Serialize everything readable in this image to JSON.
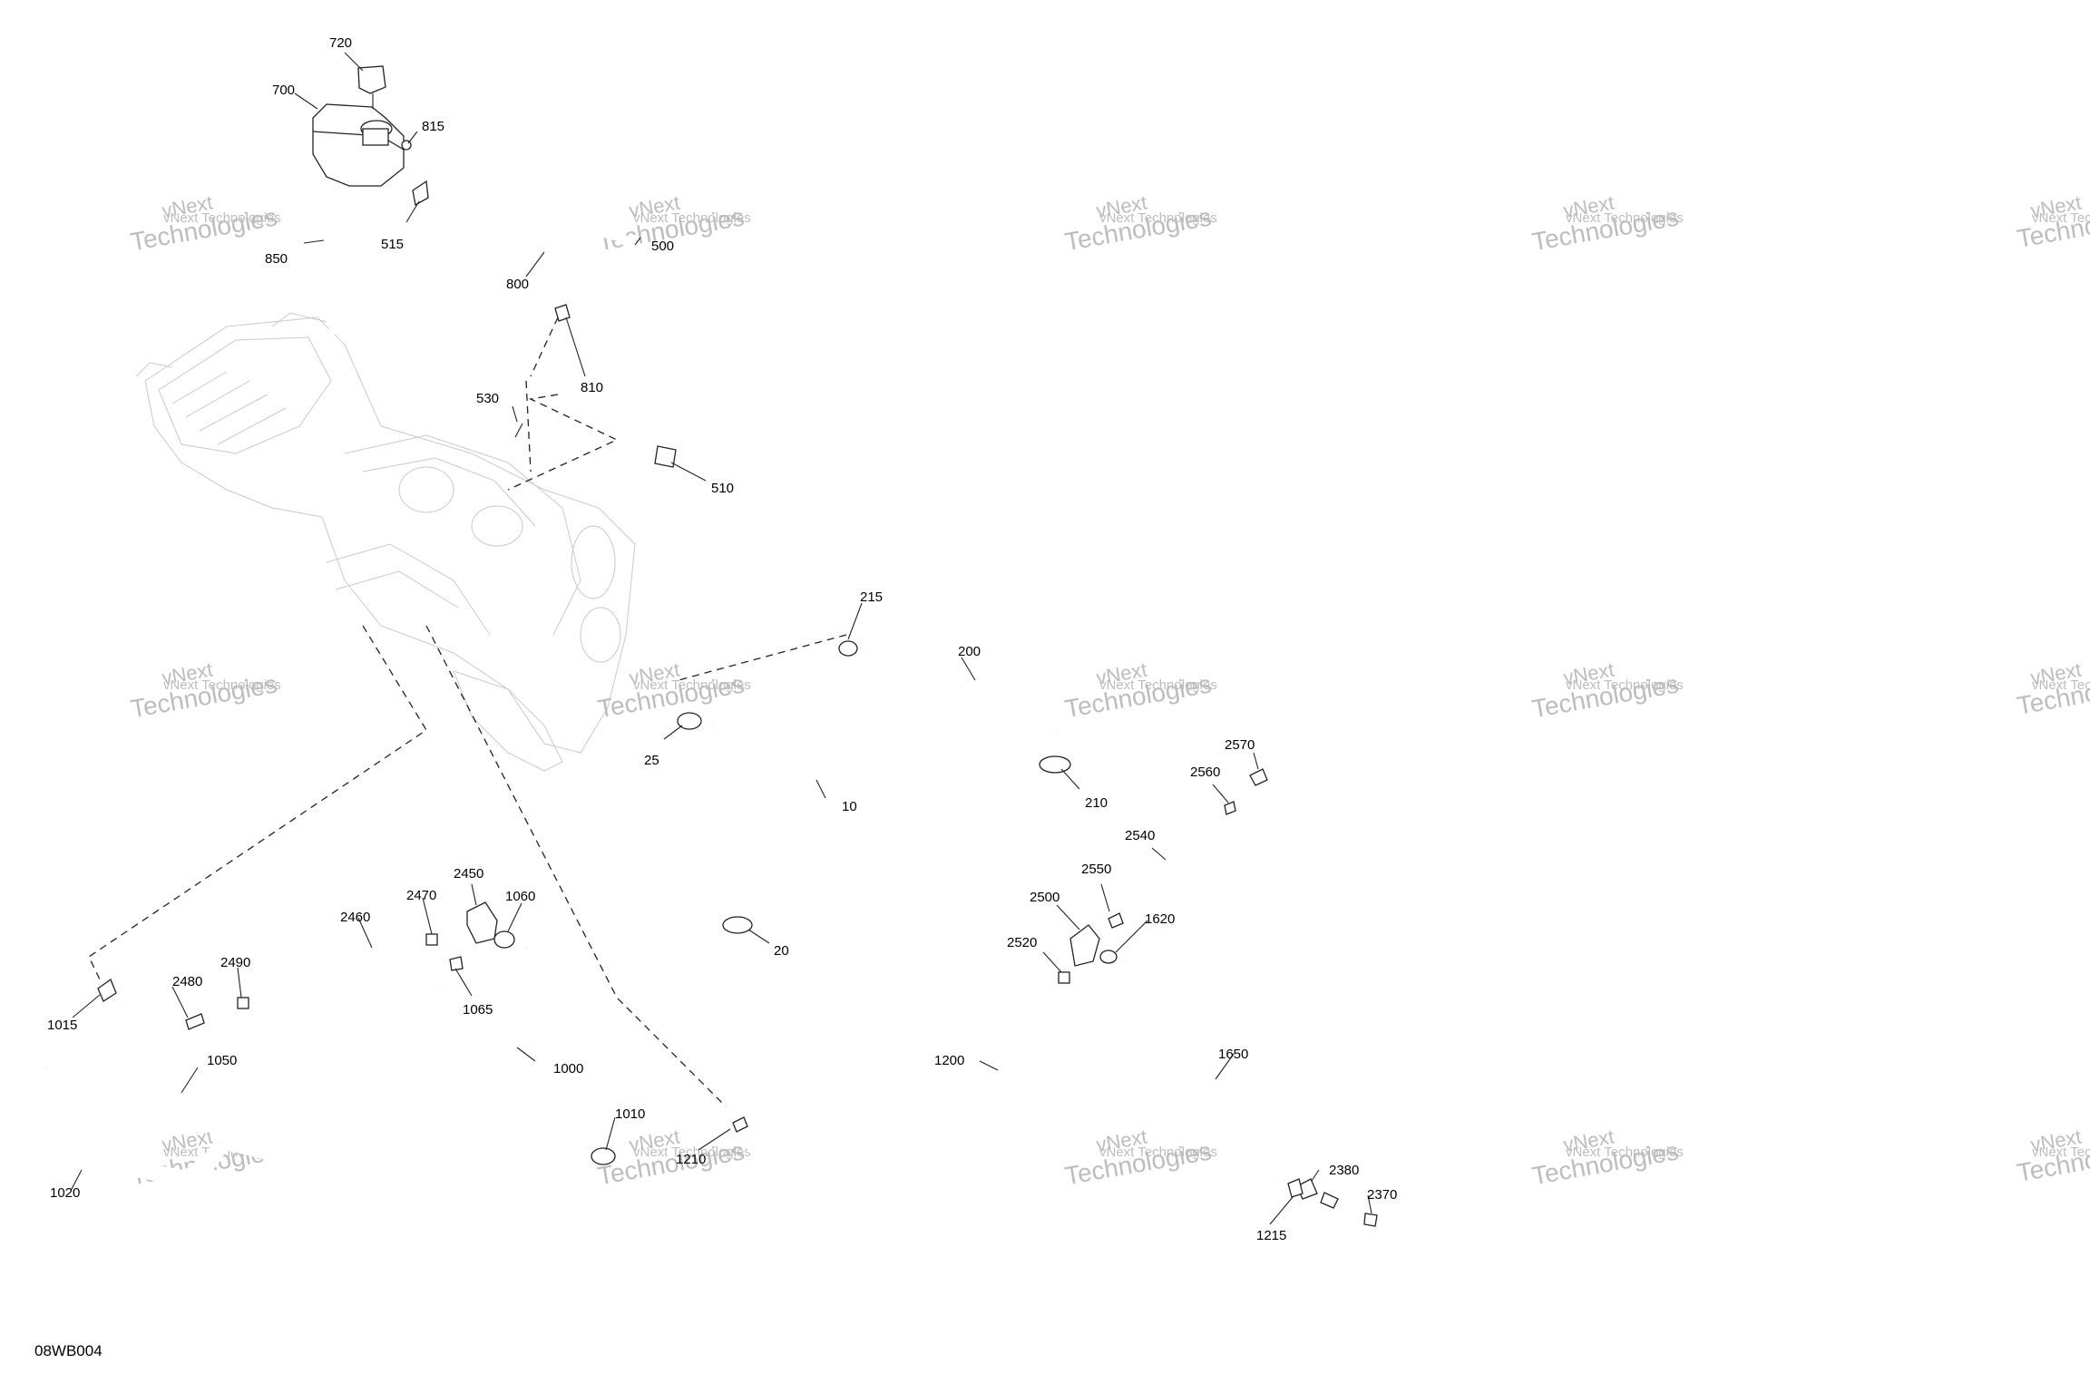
{
  "diagram_code": "08WB004",
  "watermark": {
    "line1": "vNext Technologies",
    "line2": "vNext",
    "line3": "Technologies"
  },
  "part_labels": [
    "720",
    "700",
    "815",
    "515",
    "850",
    "500",
    "800",
    "810",
    "530",
    "510",
    "215",
    "200",
    "25",
    "10",
    "210",
    "20",
    "2570",
    "2560",
    "2540",
    "2550",
    "2500",
    "1620",
    "2520",
    "2450",
    "2470",
    "1060",
    "2460",
    "2490",
    "2480",
    "1065",
    "1015",
    "1050",
    "1000",
    "1010",
    "1210",
    "1200",
    "1650",
    "2380",
    "2370",
    "1215",
    "1020"
  ]
}
